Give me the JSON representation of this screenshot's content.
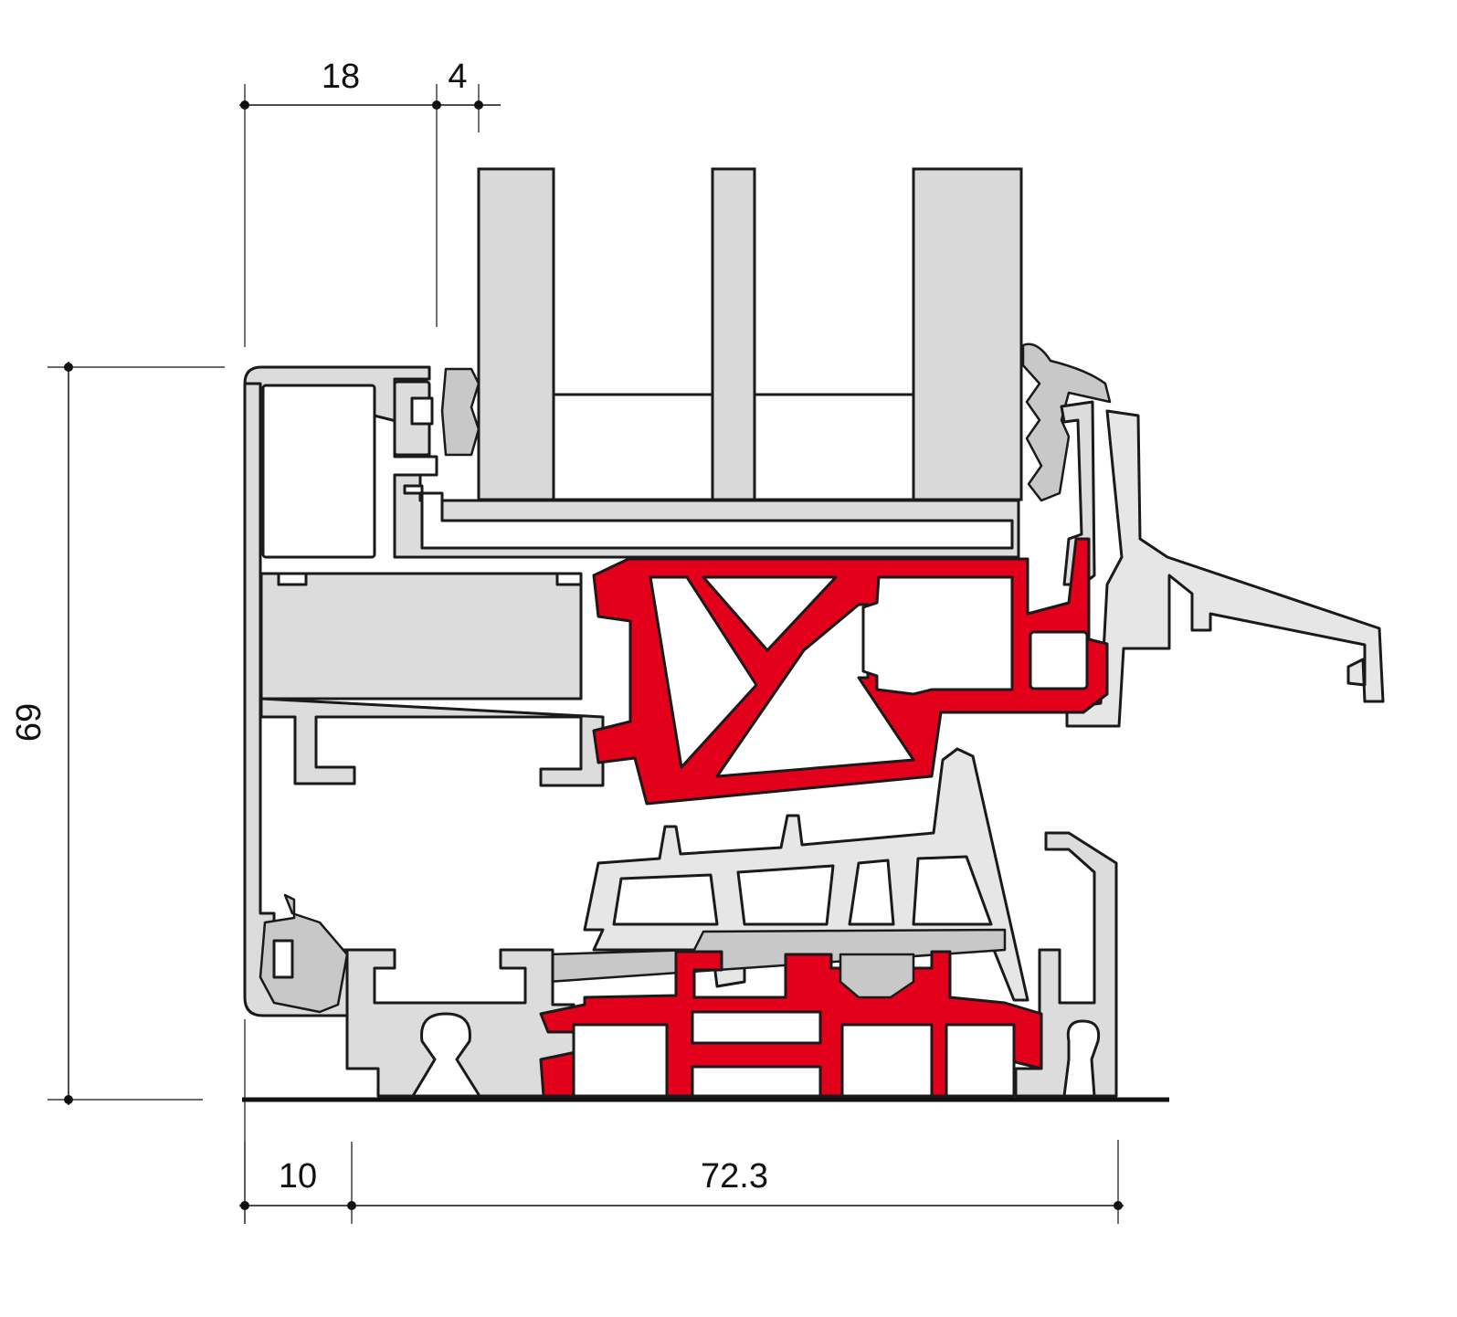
{
  "colors": {
    "insulation": "#e2001a",
    "aluminium": "#dcdcdc",
    "glass": "#d9d9d9",
    "line": "#1a1a1a"
  },
  "dimensions": {
    "top_left": "18",
    "top_right": "4",
    "left_height": "69",
    "bottom_left": "10",
    "bottom_right": "72.3"
  }
}
